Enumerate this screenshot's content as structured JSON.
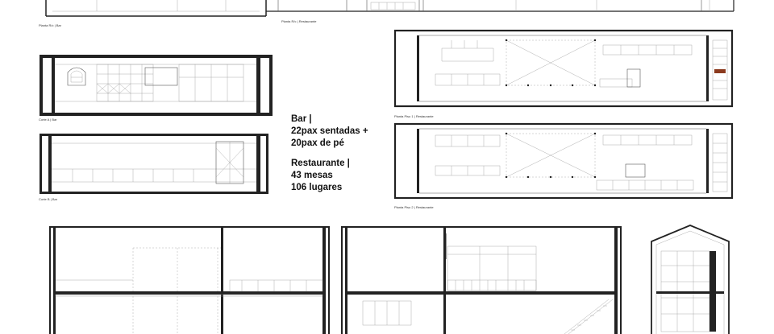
{
  "captions": {
    "planta_rc_bar": "Planta R/c | Bar",
    "planta_rc_restaurante": "Planta R/c | Restaurante",
    "corte_a_bar": "Corte A | Bar",
    "corte_b_bar": "Corte B | Bar",
    "planta_piso1_restaurante": "Planta Piso 1 | Restaurante",
    "planta_piso2_restaurante": "Planta Piso 2 | Restaurante"
  },
  "summary": {
    "bar_title": "Bar |",
    "bar_line1": "22pax sentadas +",
    "bar_line2": "20pax de pé",
    "rest_title": "Restaurante |",
    "rest_line1": "43 mesas",
    "rest_line2": "106 lugares"
  },
  "colors": {
    "linework": "#222222",
    "accent_brown": "#8b3a1e"
  }
}
